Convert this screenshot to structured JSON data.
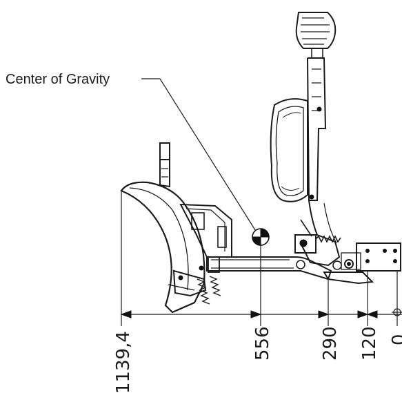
{
  "annotation": {
    "center_of_gravity_label": "Center of Gravity"
  },
  "dimensions": [
    {
      "id": "dim-1139",
      "value": "1139,4"
    },
    {
      "id": "dim-556",
      "value": "556"
    },
    {
      "id": "dim-290",
      "value": "290"
    },
    {
      "id": "dim-120",
      "value": "120"
    },
    {
      "id": "dim-0",
      "value": "0"
    }
  ],
  "colors": {
    "ink": "#1a1a1a",
    "background": "#ffffff"
  }
}
